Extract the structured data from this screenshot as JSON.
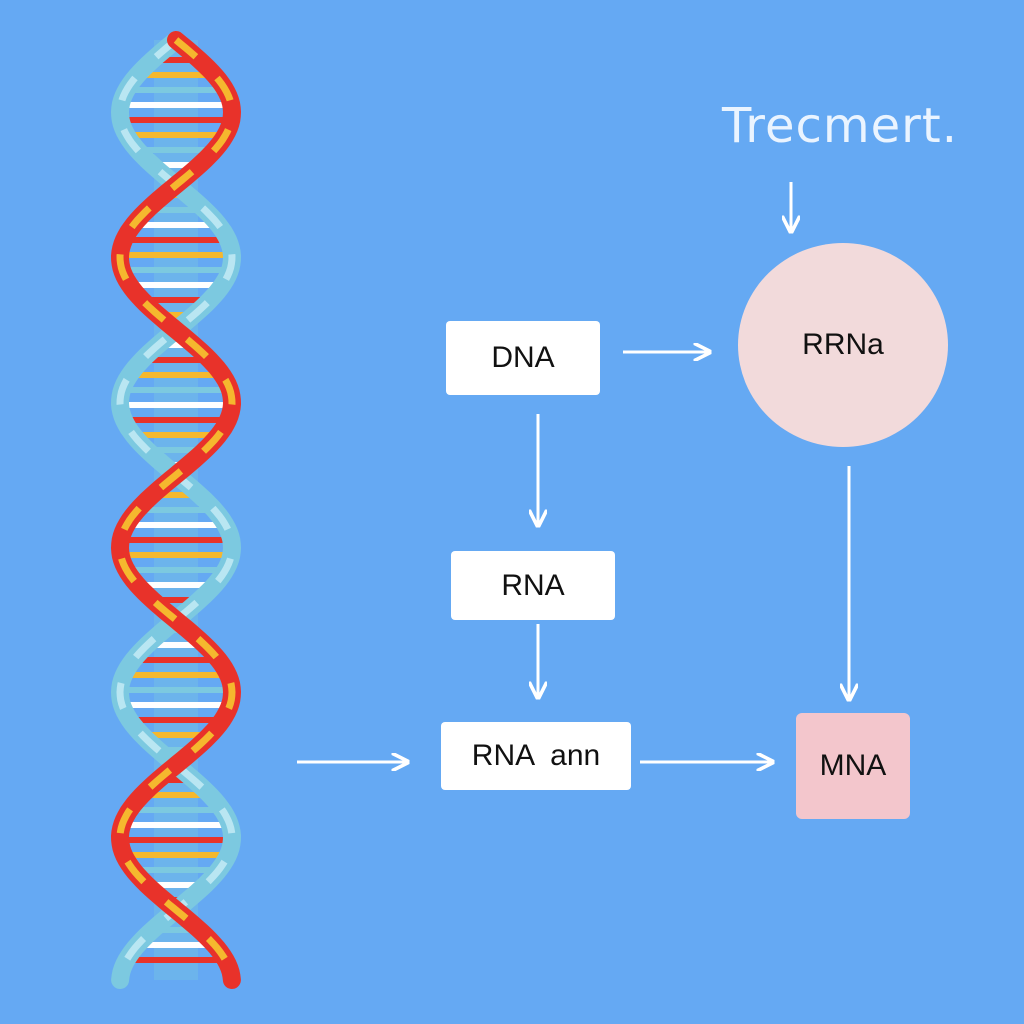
{
  "title": "Trecmert.",
  "nodes": {
    "dna": "DNA",
    "rrna": "RRNa",
    "rna": "RNA",
    "rna_ann": "RNA  ann",
    "mna": "MNA"
  },
  "colors": {
    "background": "#65a9f3",
    "box": "#ffffff",
    "circle": "#f2dadb",
    "mna_box": "#f3c6cc",
    "arrow": "#ffffff",
    "helix_red": "#e8322a",
    "helix_yellow": "#f5b82e",
    "helix_cyan": "#7cc9e0"
  },
  "icons": [
    "dna-helix-icon"
  ]
}
